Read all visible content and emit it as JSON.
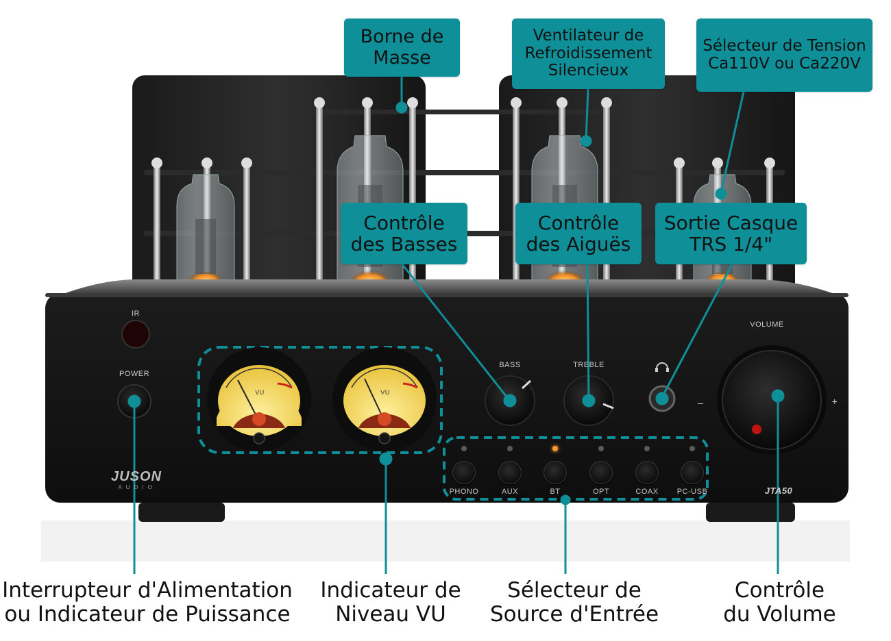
{
  "callouts": {
    "ground": [
      "Borne de",
      "Masse"
    ],
    "fan": [
      "Ventilateur de",
      "Refroidissement",
      "Silencieux"
    ],
    "voltage": [
      "Sélecteur de Tension",
      "Ca110V ou Ca220V"
    ],
    "bass": [
      "Contrôle",
      "des Basses"
    ],
    "treble": [
      "Contrôle",
      "des Aiguës"
    ],
    "headphone": [
      "Sortie Casque",
      "TRS 1/4\""
    ]
  },
  "bottom_labels": {
    "power": [
      "Interrupteur d'Alimentation",
      "ou Indicateur de Puissance"
    ],
    "vu": [
      "Indicateur de",
      "Niveau VU"
    ],
    "source": [
      "Sélecteur de",
      "Source d'Entrée"
    ],
    "volume": [
      "Contrôle",
      "du Volume"
    ]
  },
  "panel": {
    "ir": "IR",
    "power": "POWER",
    "bass": "BASS",
    "treble": "TREBLE",
    "volume": "VOLUME",
    "minus": "–",
    "plus": "+",
    "brand": "JUSON",
    "brand_sub": "AUDIO",
    "model": "JTA50",
    "vu_label": "VU",
    "sources": [
      "PHONO",
      "AUX",
      "BT",
      "OPT",
      "COAX",
      "PC-USB"
    ],
    "active_source_index": 2
  },
  "colors": {
    "accent": "#0f8f98",
    "chassis": "#111111",
    "vu_face": "#f3d64a"
  }
}
